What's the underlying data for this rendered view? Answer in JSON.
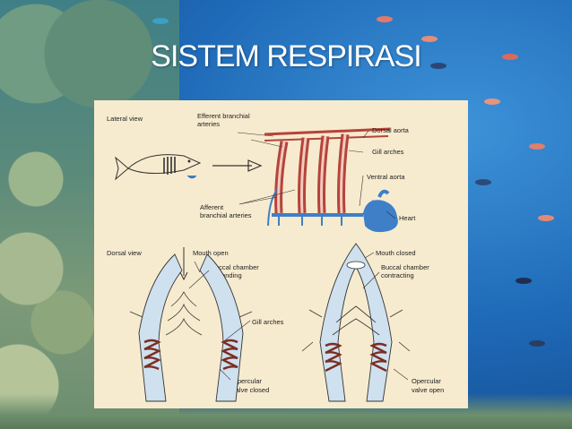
{
  "title": "SISTEM RESPIRASI",
  "diagram": {
    "lateral_view": "Lateral view",
    "efferent_1": "Efferent branchial",
    "efferent_2": "arteries",
    "dorsal_aorta": "Dorsal aorta",
    "gill_arches_top": "Gill arches",
    "ventral_aorta": "Ventral aorta",
    "afferent_1": "Afferent",
    "afferent_2": "branchial arteries",
    "heart": "Heart",
    "dorsal_view": "Dorsal view",
    "mouth_open": "Mouth open",
    "buccal_exp_1": "Buccal chamber",
    "buccal_exp_2": "expanding",
    "gill_arches_mid": "Gill arches",
    "operc_closed_1": "Opercular",
    "operc_closed_2": "valve closed",
    "mouth_closed": "Mouth closed",
    "buccal_con_1": "Buccal chamber",
    "buccal_con_2": "contracting",
    "operc_open_1": "Opercular",
    "operc_open_2": "valve open"
  },
  "colors": {
    "artery_red": "#b5443a",
    "vein_blue": "#3e7fc7",
    "gill_brown": "#7a2e22",
    "panel_bg": "#f7ebcf"
  }
}
